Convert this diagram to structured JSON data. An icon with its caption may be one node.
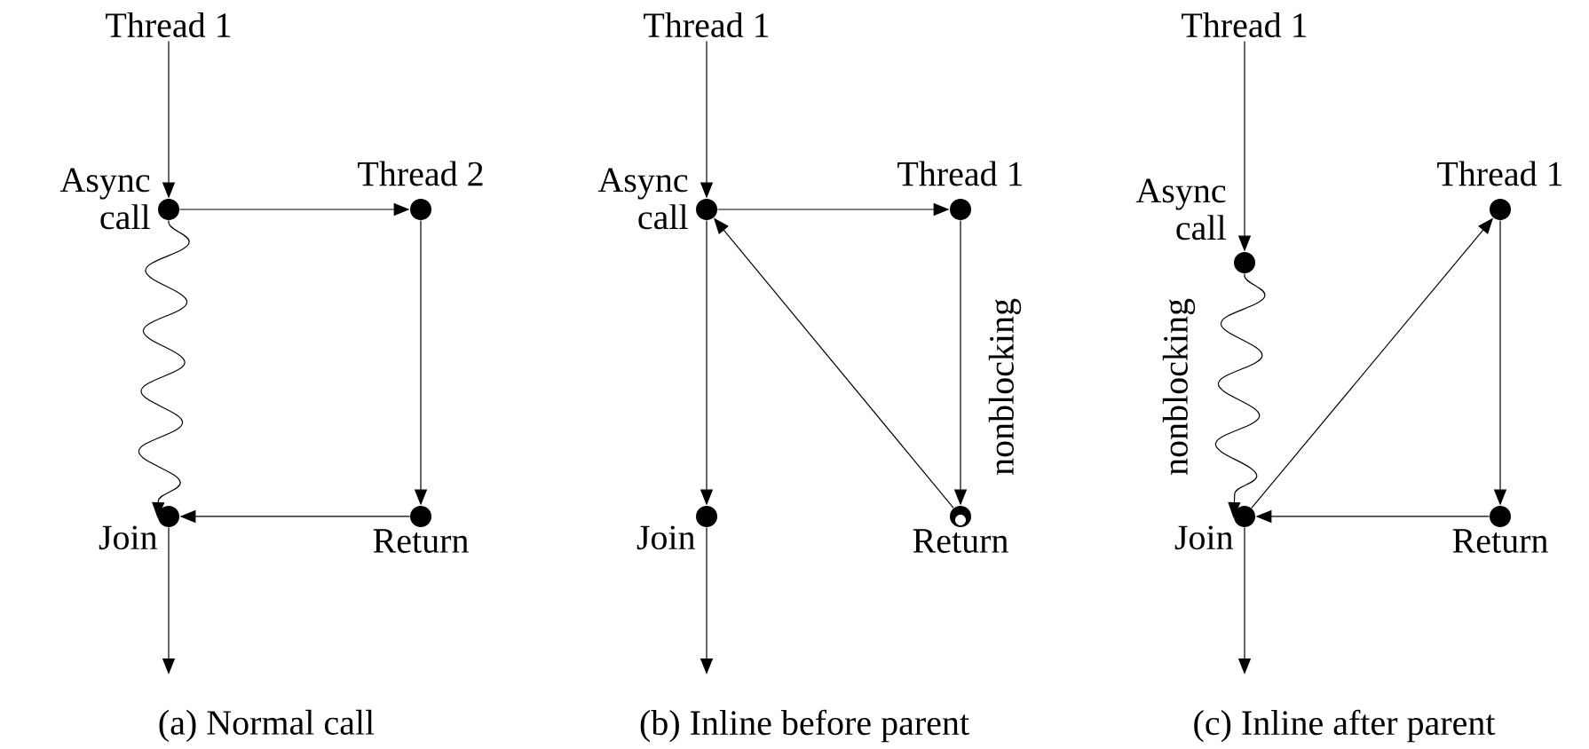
{
  "diagram": {
    "nodes": [
      {
        "text": [
          "Thread 1"
        ]
      },
      {
        "text": [],
        "shape": "circle",
        "beside": [
          "Async call"
        ]
      },
      {
        "text": [],
        "shape": "circle",
        "beside": [
          "Thread 2"
        ]
      },
      {
        "text": [],
        "shape": "circle",
        "beside": [
          "Return"
        ]
      },
      {
        "text": [],
        "shape": "circle",
        "beside": [
          "Join"
        ]
      },
      {
        "text": [
          "Thread 1"
        ]
      },
      {
        "text": [],
        "shape": "circle",
        "beside": [
          "Async call"
        ]
      },
      {
        "text": [],
        "shape": "circle",
        "beside": [
          "Thread 1"
        ]
      },
      {
        "text": [],
        "shape": "circle",
        "beside": [
          "Return"
        ]
      },
      {
        "text": [],
        "shape": "circle",
        "beside": [
          "Join"
        ]
      },
      {
        "text": [
          "Thread 1"
        ]
      },
      {
        "text": [],
        "shape": "circle",
        "beside": [
          "Async call"
        ]
      },
      {
        "text": [],
        "shape": "circle",
        "beside": [
          "Thread 1"
        ]
      },
      {
        "text": [],
        "shape": "circle",
        "beside": [
          "Return"
        ]
      },
      {
        "text": [],
        "shape": "circle",
        "beside": [
          "Join"
        ]
      }
    ],
    "edges": [
      {
        "from": 0,
        "to": 1,
        "arrow": "to"
      },
      {
        "from": 1,
        "to": 2,
        "arrow": "to"
      },
      {
        "from": 2,
        "to": 3,
        "arrow": "to"
      },
      {
        "from": 3,
        "to": 4,
        "arrow": "to"
      },
      {
        "from": 1,
        "to": 4,
        "arrow": "to"
      },
      {
        "from": 4,
        "to": null,
        "arrow": "to"
      },
      {
        "from": 5,
        "to": 6,
        "arrow": "to"
      },
      {
        "from": 6,
        "to": 7,
        "arrow": "to"
      },
      {
        "from": 7,
        "to": 8,
        "arrow": "to",
        "label": "nonblocking"
      },
      {
        "from": 8,
        "to": 6,
        "arrow": "to"
      },
      {
        "from": 6,
        "to": 9,
        "arrow": "to"
      },
      {
        "from": 9,
        "to": null,
        "arrow": "to"
      },
      {
        "from": 10,
        "to": 11,
        "arrow": "to"
      },
      {
        "from": 11,
        "to": 14,
        "arrow": "to",
        "label": "nonblocking"
      },
      {
        "from": 14,
        "to": 12,
        "arrow": "to"
      },
      {
        "from": 12,
        "to": 13,
        "arrow": "to"
      },
      {
        "from": 13,
        "to": 14,
        "arrow": "to"
      },
      {
        "from": 14,
        "to": null,
        "arrow": "to"
      }
    ],
    "labels": [
      "(a) Normal call",
      "(b) Inline before parent",
      "(c) Inline after parent"
    ]
  }
}
